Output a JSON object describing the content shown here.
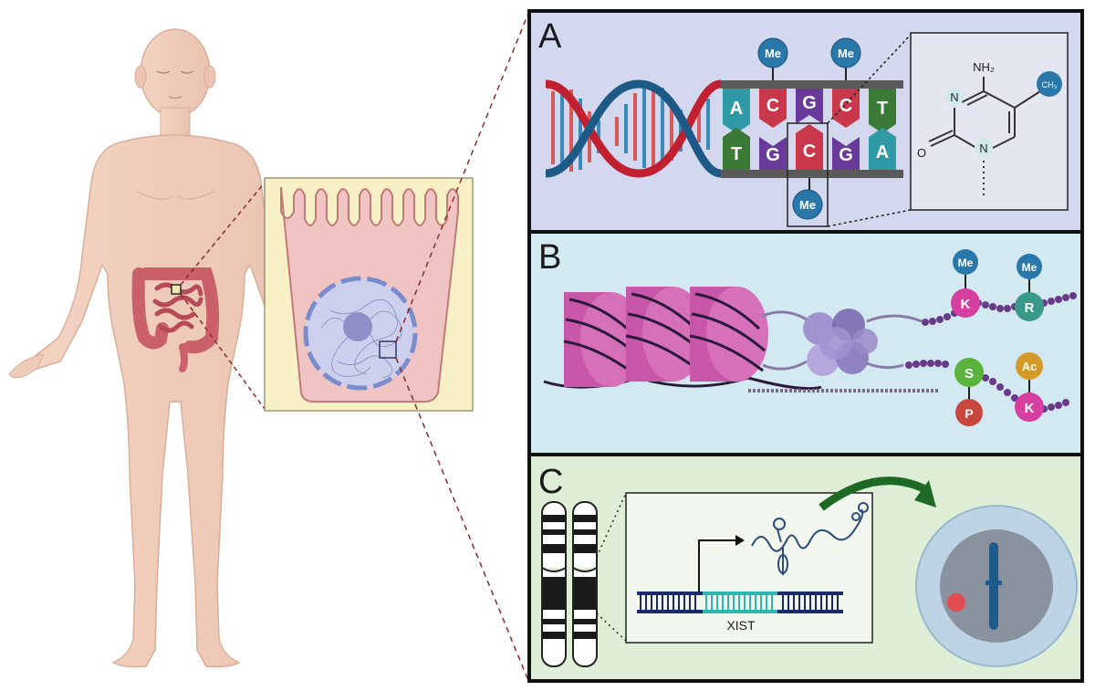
{
  "panels": {
    "a": {
      "letter": "A",
      "methyl_label": "Me",
      "strand_top": [
        "A",
        "C",
        "G",
        "C",
        "T"
      ],
      "strand_bottom": [
        "T",
        "G",
        "C",
        "G",
        "A"
      ],
      "structure": {
        "amine": "NH₂",
        "methyl": "CH₃",
        "n_top": "N",
        "n_bottom": "N",
        "oxygen": "O"
      }
    },
    "b": {
      "letter": "B",
      "marks": {
        "me1": "Me",
        "k1": "K",
        "me2": "Me",
        "r": "R",
        "s": "S",
        "p": "P",
        "ac": "Ac",
        "k2": "K"
      }
    },
    "c": {
      "letter": "C",
      "gene_label": "XIST"
    }
  },
  "colors": {
    "panel_a_bg": "#d4d8ee",
    "panel_b_bg": "#d3e9f2",
    "panel_c_bg": "#dfeed6",
    "methyl": "#2a78aa",
    "base_a": "#2f9aa6",
    "base_c": "#c8374a",
    "base_g": "#6a3a9a",
    "base_t": "#3b7a36",
    "histone": "#c857aa",
    "lysine": "#d63fa0",
    "arginine": "#3a9a8a",
    "serine": "#5ab43c",
    "phosphate": "#c8463c",
    "acetyl": "#d49a2a",
    "arrow_green": "#1e6a25"
  }
}
